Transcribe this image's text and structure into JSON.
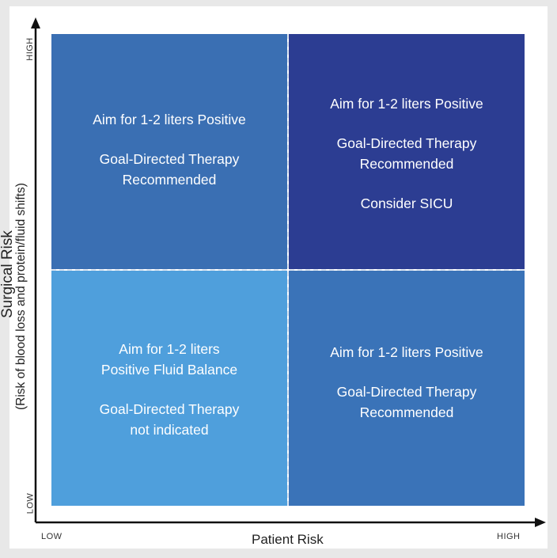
{
  "axes": {
    "x_title": "Patient Risk",
    "x_low": "LOW",
    "x_high": "HIGH",
    "y_title": "Surgical Risk",
    "y_subtitle": "(Risk of blood loss and protein/fluid shifts)",
    "y_low": "LOW",
    "y_high": "HIGH"
  },
  "quadrants": {
    "top_left": {
      "line1": "Aim for 1-2 liters Positive",
      "line2": "Goal-Directed Therapy",
      "line3": "Recommended"
    },
    "top_right": {
      "line1": "Aim for 1-2 liters Positive",
      "line2": "Goal-Directed Therapy",
      "line3": "Recommended",
      "line4": "Consider SICU"
    },
    "bottom_left": {
      "line1": "Aim for 1-2 liters",
      "line2": "Positive Fluid Balance",
      "line3": "Goal-Directed Therapy",
      "line4": "not indicated"
    },
    "bottom_right": {
      "line1": "Aim for 1-2 liters Positive",
      "line2": "Goal-Directed Therapy",
      "line3": "Recommended"
    }
  },
  "colors": {
    "top_left": "#3a6fb3",
    "top_right": "#2c3d92",
    "bottom_left": "#4f9fdc",
    "bottom_right": "#3a73b8"
  }
}
